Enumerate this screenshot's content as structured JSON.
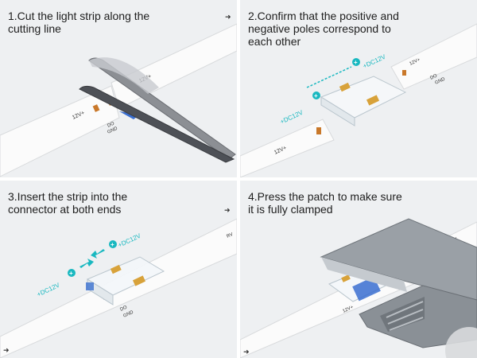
{
  "steps": [
    {
      "text": "1.Cut the light strip along the\ncutting line"
    },
    {
      "text": "2.Confirm that the positive and\nnegative poles correspond to\neach other"
    },
    {
      "text": "3.Insert the strip into the\nconnector at both ends"
    },
    {
      "text": "4.Press the patch to make sure\nit is fully clamped"
    }
  ],
  "strip_labels": {
    "v12": "12V+",
    "do": "DO",
    "gnd": "GND",
    "rv": "RV"
  },
  "callouts": {
    "dc12v": "+DC12V",
    "plus": "+"
  },
  "colors": {
    "accent": "#19b8c0",
    "pad": "#c9782a",
    "panel": "#eef0f2",
    "strip": "#fbfbfb"
  }
}
